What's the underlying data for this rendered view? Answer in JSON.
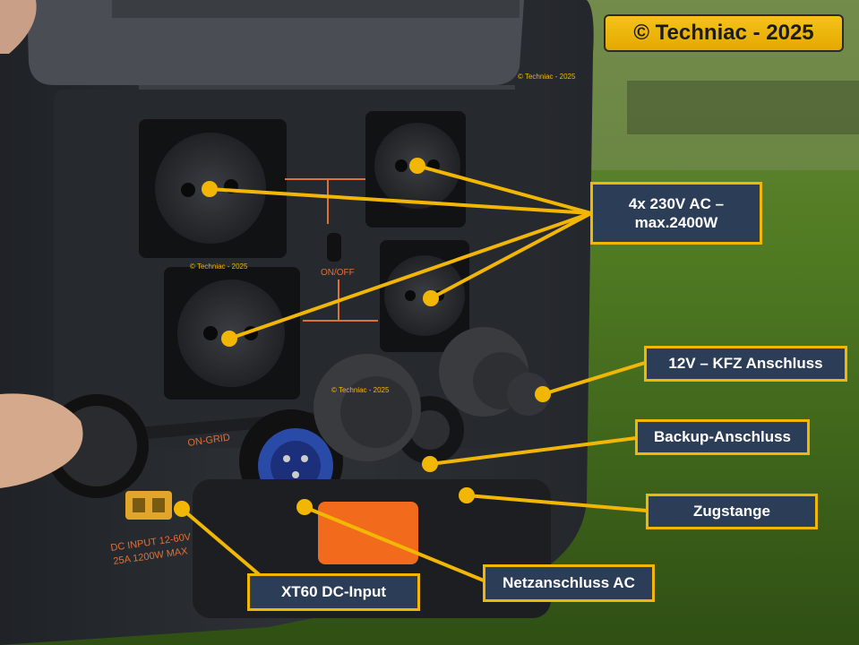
{
  "copyright_badge": "© Techniac - 2025",
  "watermarks": [
    "© Techniac - 2025",
    "© Techniac - 2025",
    "© Techniac - 2025"
  ],
  "device_text": {
    "on_off": "ON/OFF",
    "on_grid": "ON-GRID",
    "dc_input_line1": "DC INPUT 12-60V",
    "dc_input_line2": "25A 1200W MAX"
  },
  "callouts": {
    "ac_outlets": "4x 230V AC –\nmax.2400W",
    "kfz": "12V – KFZ Anschluss",
    "backup": "Backup-Anschluss",
    "handle": "Zugstange",
    "xt60": "XT60 DC-Input",
    "grid_ac": "Netzanschluss AC"
  },
  "colors": {
    "callout_fill": "#2c3e57",
    "callout_border": "#f2b705",
    "leader_line": "#f2b705",
    "device_body": "#2b2e33",
    "accent_orange": "#f26a1b"
  }
}
